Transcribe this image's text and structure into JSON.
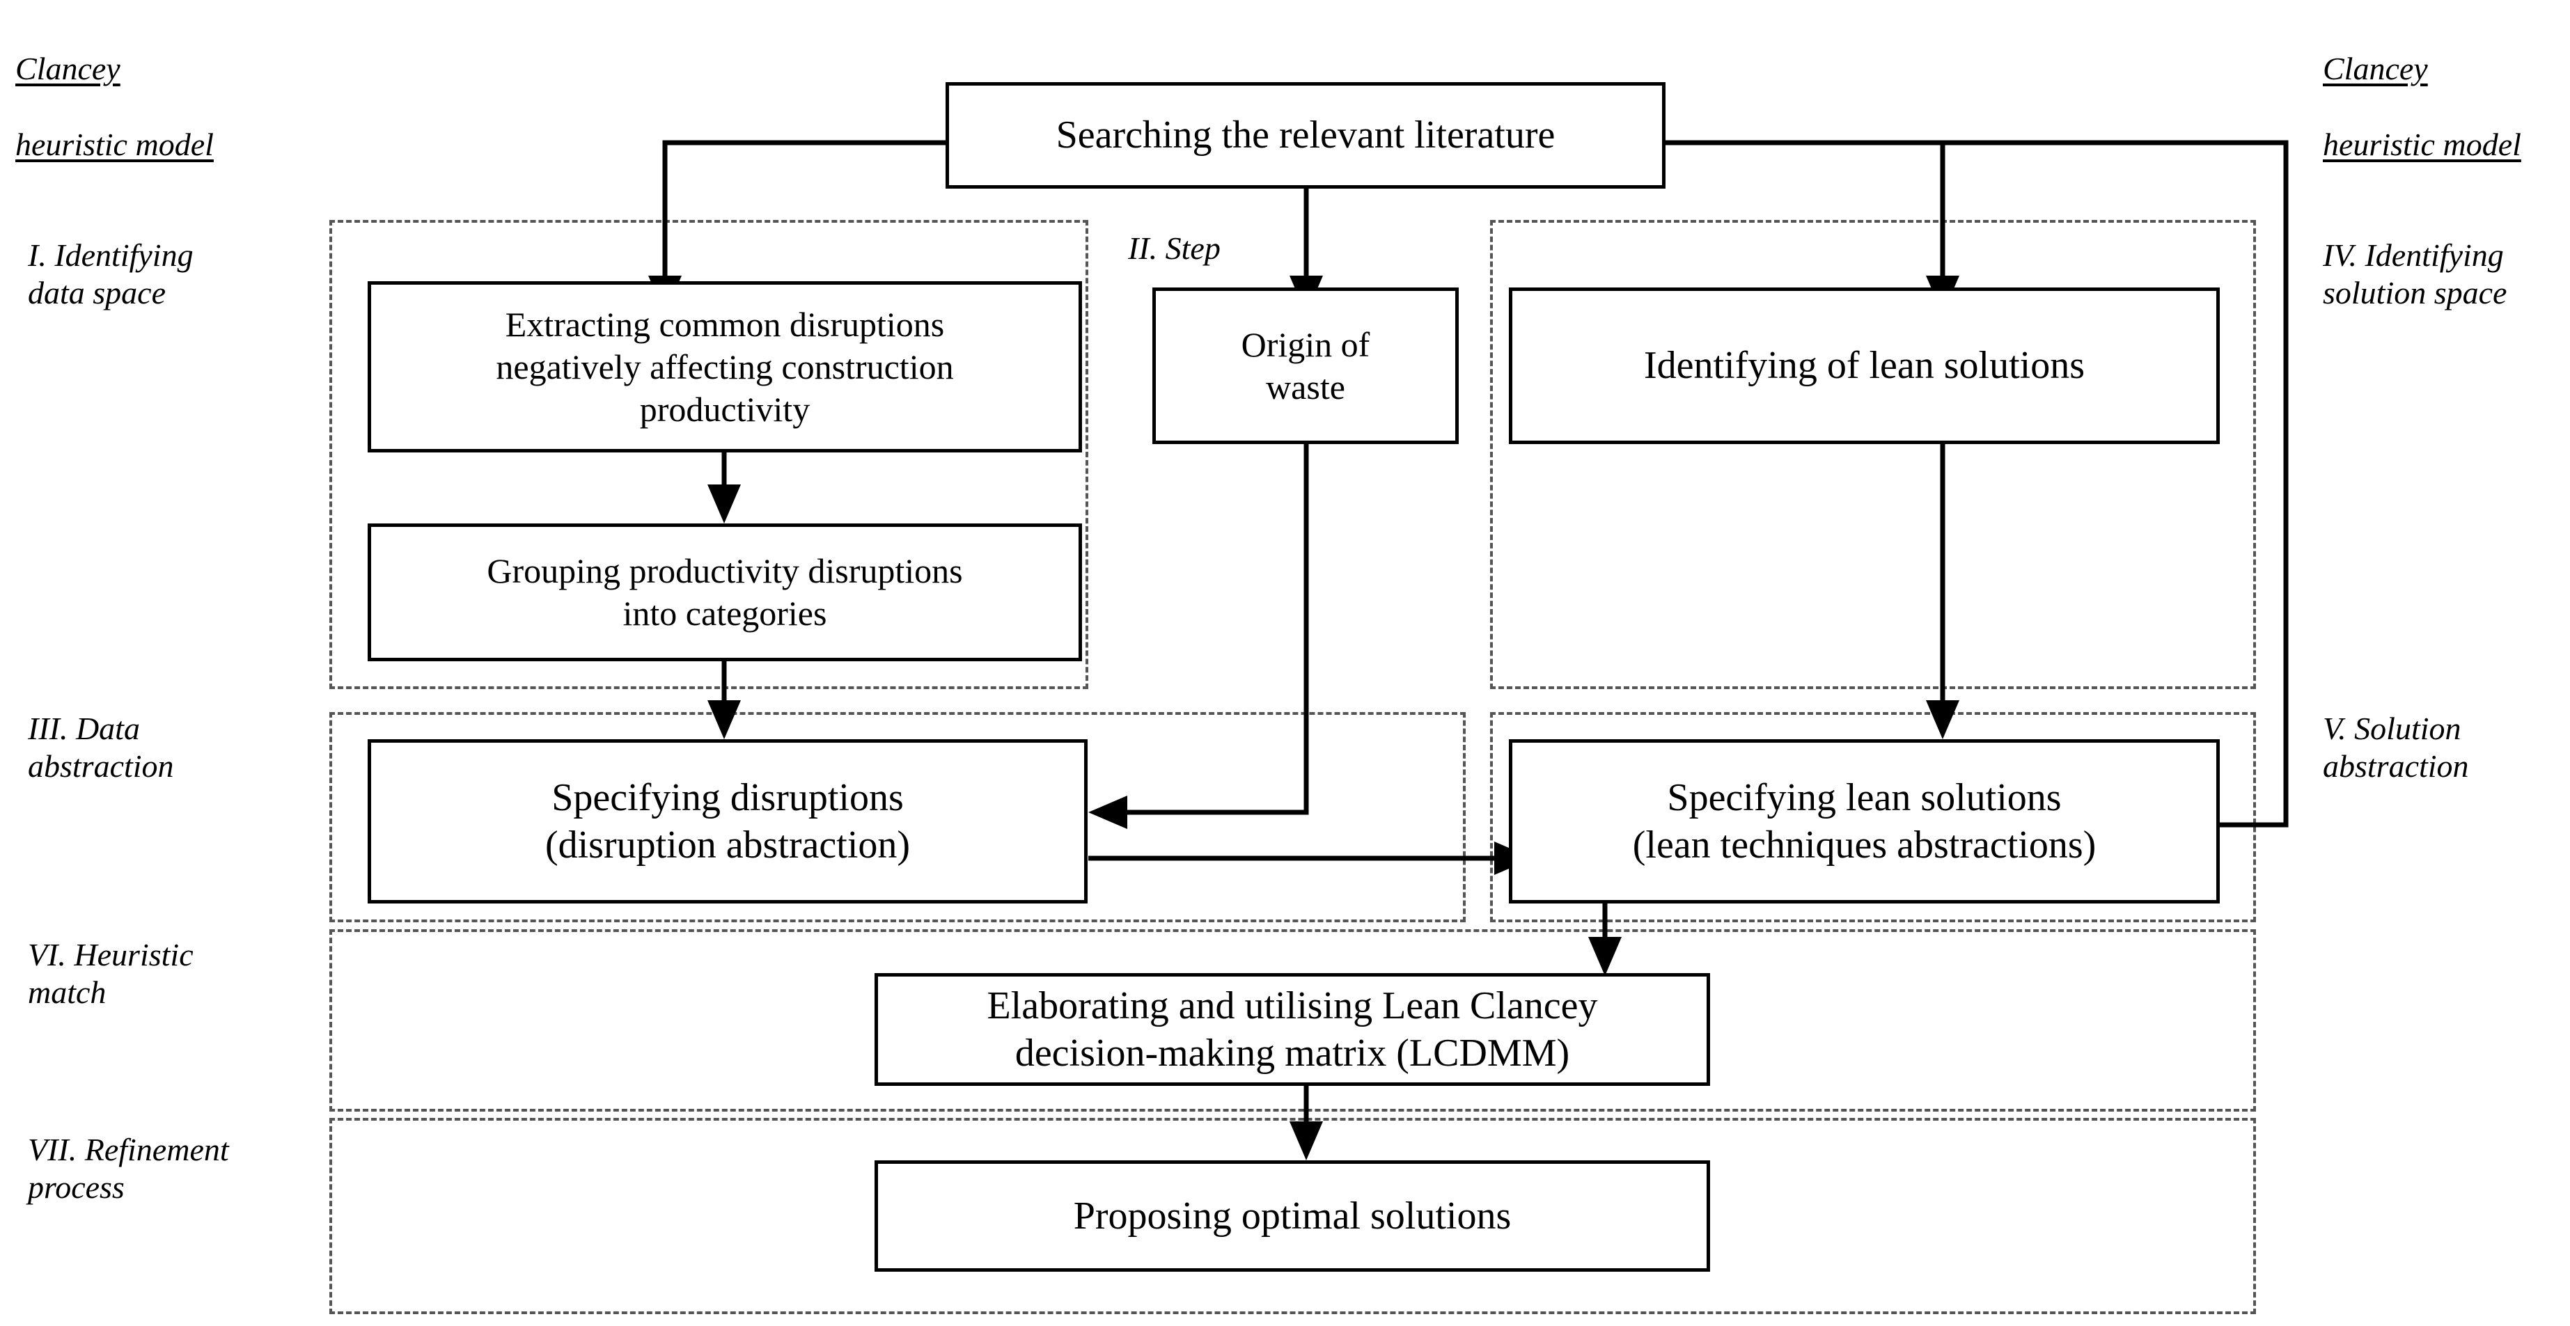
{
  "diagram": {
    "title_left": "Clancey\nheuristic model",
    "title_right": "Clancey\nheuristic model",
    "left_labels": [
      {
        "id": "I",
        "text": "I. Identifying\ndata space"
      },
      {
        "id": "III",
        "text": "III. Data\nabstraction"
      },
      {
        "id": "VI",
        "text": "VI. Heuristic\nmatch"
      },
      {
        "id": "VII",
        "text": "VII. Refinement\nprocess"
      }
    ],
    "right_labels": [
      {
        "id": "IV",
        "text": "IV. Identifying\nsolution space"
      },
      {
        "id": "V",
        "text": "V. Solution\nabstraction"
      }
    ],
    "inner_labels": [
      {
        "id": "II",
        "text": "II. Step"
      }
    ],
    "nodes": [
      {
        "id": "search",
        "text": "Searching the relevant literature"
      },
      {
        "id": "extracting",
        "text": "Extracting common disruptions\nnegatively affecting construction\nproductivity"
      },
      {
        "id": "grouping",
        "text": "Grouping productivity disruptions\ninto categories"
      },
      {
        "id": "origin",
        "text": "Origin of\nwaste"
      },
      {
        "id": "identifying",
        "text": "Identifying of lean solutions"
      },
      {
        "id": "spec-disrupt",
        "text": "Specifying disruptions\n(disruption abstraction)"
      },
      {
        "id": "spec-lean",
        "text": "Specifying lean solutions\n(lean techniques abstractions)"
      },
      {
        "id": "lcdmm",
        "text": "Elaborating and utilising Lean Clancey\ndecision-making matrix (LCDMM)"
      },
      {
        "id": "proposing",
        "text": "Proposing optimal solutions"
      }
    ],
    "zones": [
      {
        "id": "zone-I",
        "label_id": "I"
      },
      {
        "id": "zone-IV",
        "label_id": "IV"
      },
      {
        "id": "zone-III",
        "label_id": "III"
      },
      {
        "id": "zone-V",
        "label_id": "V"
      },
      {
        "id": "zone-VI",
        "label_id": "VI"
      },
      {
        "id": "zone-VII",
        "label_id": "VII"
      }
    ],
    "colors": {
      "stroke": "#000000",
      "zone_stroke": "#555555",
      "background": "#ffffff"
    }
  }
}
